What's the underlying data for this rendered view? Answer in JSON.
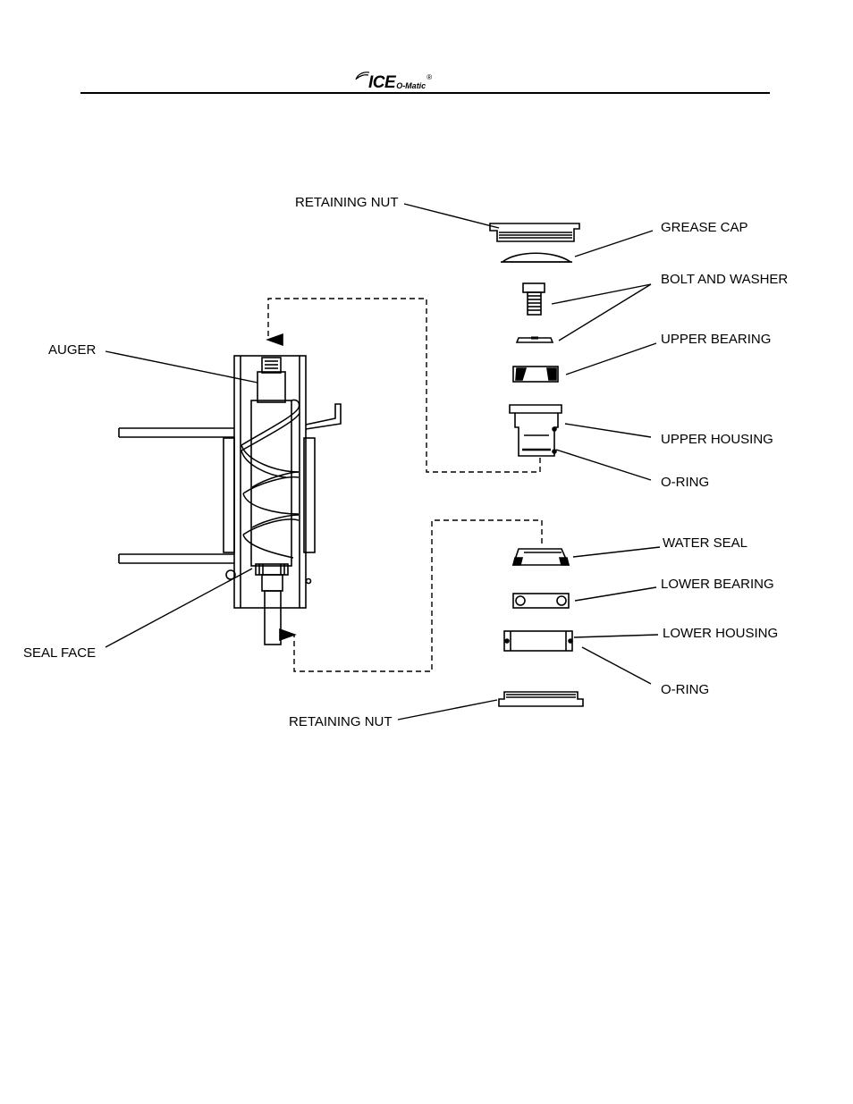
{
  "header": {
    "brand": "ICE",
    "brand_suffix": "O-Matic",
    "registered_mark": "®"
  },
  "labels": {
    "auger": "AUGER",
    "seal_face": "SEAL FACE",
    "retaining_nut_top": "RETAINING NUT",
    "grease_cap": "GREASE CAP",
    "bolt_and_washer": "BOLT AND WASHER",
    "upper_bearing": "UPPER BEARING",
    "upper_housing": "UPPER HOUSING",
    "o_ring_upper": "O-RING",
    "water_seal": "WATER SEAL",
    "lower_bearing": "LOWER BEARING",
    "lower_housing": "LOWER HOUSING",
    "o_ring_lower": "O-RING",
    "retaining_nut_bottom": "RETAINING NUT"
  }
}
